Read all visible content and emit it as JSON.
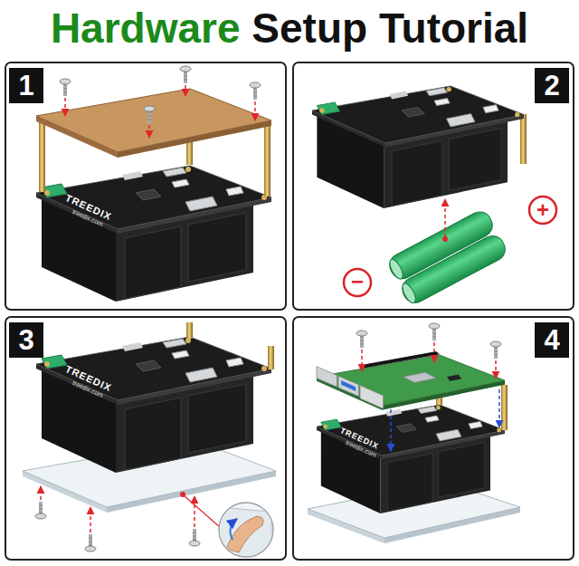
{
  "diagram": {
    "title": "Hardware Setup Tutorial",
    "nodes": [
      {
        "text": [
          "1"
        ]
      },
      {
        "text": [
          "2"
        ]
      },
      {
        "text": [
          "3"
        ]
      },
      {
        "text": [
          "4"
        ]
      }
    ],
    "labels": [
      "TREEDIX",
      "treedix.com",
      "+",
      "−",
      "TREEDIX",
      "treedix.com",
      "TREEDIX",
      "treedix.com"
    ]
  }
}
